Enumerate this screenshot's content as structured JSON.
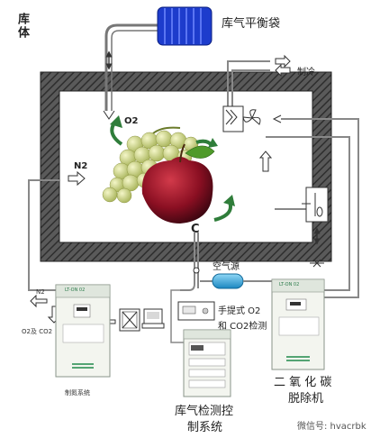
{
  "labels": {
    "storage": "库体",
    "balance_bag": "库气平衡袋",
    "refrigeration": "制冷",
    "o2": "O2",
    "n2_inner": "N2",
    "n2_outer": "N2",
    "c_label": "C",
    "air_source": "空气源",
    "portable_detect": "手提式 O2",
    "portable_detect2": "和 CO2检测",
    "o2_co2": "O2及 CO2",
    "n2_system": "制氮系统",
    "co2_remover_1": "二 氧 化 碳",
    "co2_remover_2": "脱除机",
    "detect_control_1": "库气检测控",
    "detect_control_2": "制系统",
    "watermark": "微信号: hvacrbk"
  },
  "devices": {
    "n2_label": "LT-ON 02",
    "co2_label": "LT-ON 02"
  },
  "colors": {
    "wall": "#4a4a4a",
    "pipe": "#6f6f6f",
    "bag": "#1f3fd6",
    "tank": "#2aa7e0",
    "arrow_green": "#2f7d3a"
  }
}
